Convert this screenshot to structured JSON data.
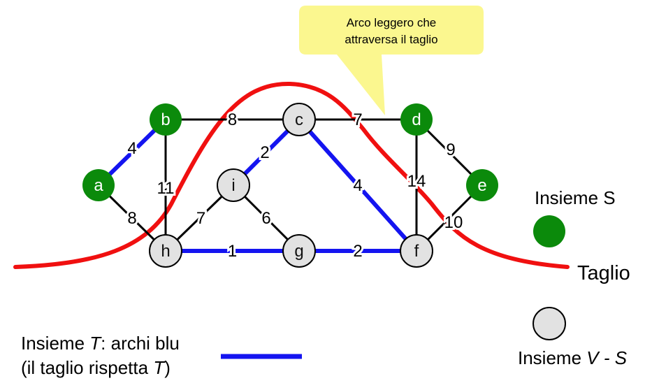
{
  "colors": {
    "set_s": "#0b8a0b",
    "set_vs": "#e2e2e2",
    "blue_edge": "#1414f0",
    "cut": "#f01010",
    "callout": "#fbf78f"
  },
  "callout": {
    "line1": "Arco leggero che",
    "line2": "attraversa il taglio"
  },
  "nodes": [
    {
      "id": "a",
      "label": "a",
      "set": "S"
    },
    {
      "id": "b",
      "label": "b",
      "set": "S"
    },
    {
      "id": "c",
      "label": "c",
      "set": "V-S"
    },
    {
      "id": "d",
      "label": "d",
      "set": "S"
    },
    {
      "id": "e",
      "label": "e",
      "set": "S"
    },
    {
      "id": "f",
      "label": "f",
      "set": "V-S"
    },
    {
      "id": "g",
      "label": "g",
      "set": "V-S"
    },
    {
      "id": "h",
      "label": "h",
      "set": "V-S"
    },
    {
      "id": "i",
      "label": "i",
      "set": "V-S"
    }
  ],
  "edges": [
    {
      "from": "a",
      "to": "b",
      "weight": "4",
      "blue": true
    },
    {
      "from": "a",
      "to": "h",
      "weight": "8",
      "blue": false
    },
    {
      "from": "b",
      "to": "h",
      "weight": "11",
      "blue": false
    },
    {
      "from": "b",
      "to": "c",
      "weight": "8",
      "blue": false
    },
    {
      "from": "c",
      "to": "i",
      "weight": "2",
      "blue": true
    },
    {
      "from": "c",
      "to": "d",
      "weight": "7",
      "blue": false
    },
    {
      "from": "c",
      "to": "f",
      "weight": "4",
      "blue": true
    },
    {
      "from": "i",
      "to": "h",
      "weight": "7",
      "blue": false
    },
    {
      "from": "i",
      "to": "g",
      "weight": "6",
      "blue": false
    },
    {
      "from": "h",
      "to": "g",
      "weight": "1",
      "blue": true
    },
    {
      "from": "g",
      "to": "f",
      "weight": "2",
      "blue": true
    },
    {
      "from": "d",
      "to": "f",
      "weight": "14",
      "blue": false
    },
    {
      "from": "d",
      "to": "e",
      "weight": "9",
      "blue": false
    },
    {
      "from": "e",
      "to": "f",
      "weight": "10",
      "blue": false
    }
  ],
  "legend": {
    "set_s": "Insieme S",
    "cut": "Taglio",
    "set_vs": {
      "prefix": "Insieme ",
      "var": "V - S"
    },
    "blue_edges": {
      "line1_prefix": "Insieme ",
      "line1_var": "T",
      "line1_suffix": ": archi blu",
      "line2_prefix": "(il taglio rispetta ",
      "line2_var": "T",
      "line2_suffix": ")"
    }
  }
}
